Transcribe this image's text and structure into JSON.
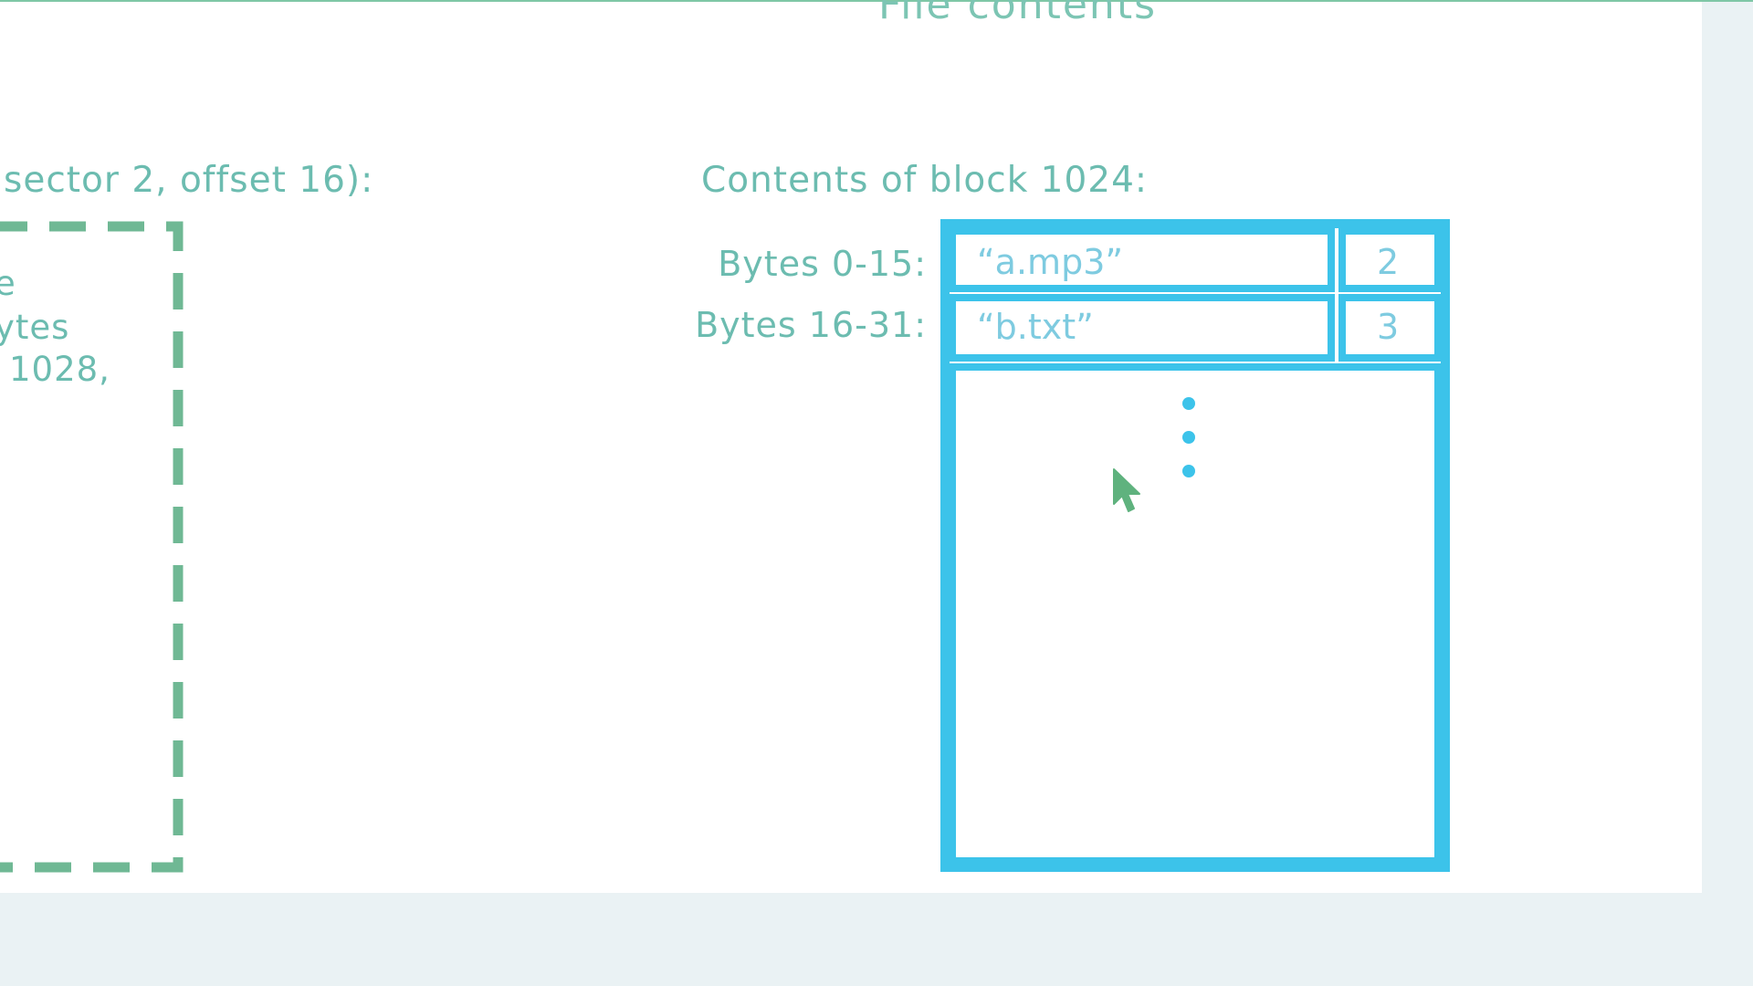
{
  "title": "File contents",
  "left_panel": {
    "caption": "sector 2, offset 16):",
    "fragments": [
      "e",
      "ytes",
      "1028,"
    ]
  },
  "right_panel": {
    "caption": "Contents of block 1024:",
    "rows": [
      {
        "label": "Bytes 0-15:",
        "name": "“a.mp3”",
        "value": "2"
      },
      {
        "label": "Bytes 16-31:",
        "name": "“b.txt”",
        "value": "3"
      }
    ]
  },
  "colors": {
    "block_blue": "#3cc3ea",
    "dashed_green": "#6fb894",
    "text_teal": "#6cbcb0",
    "cursor_green": "#5fb27e"
  },
  "icons": {
    "cursor": "mouse-pointer-icon",
    "ellipsis": "vertical-ellipsis-icon"
  }
}
